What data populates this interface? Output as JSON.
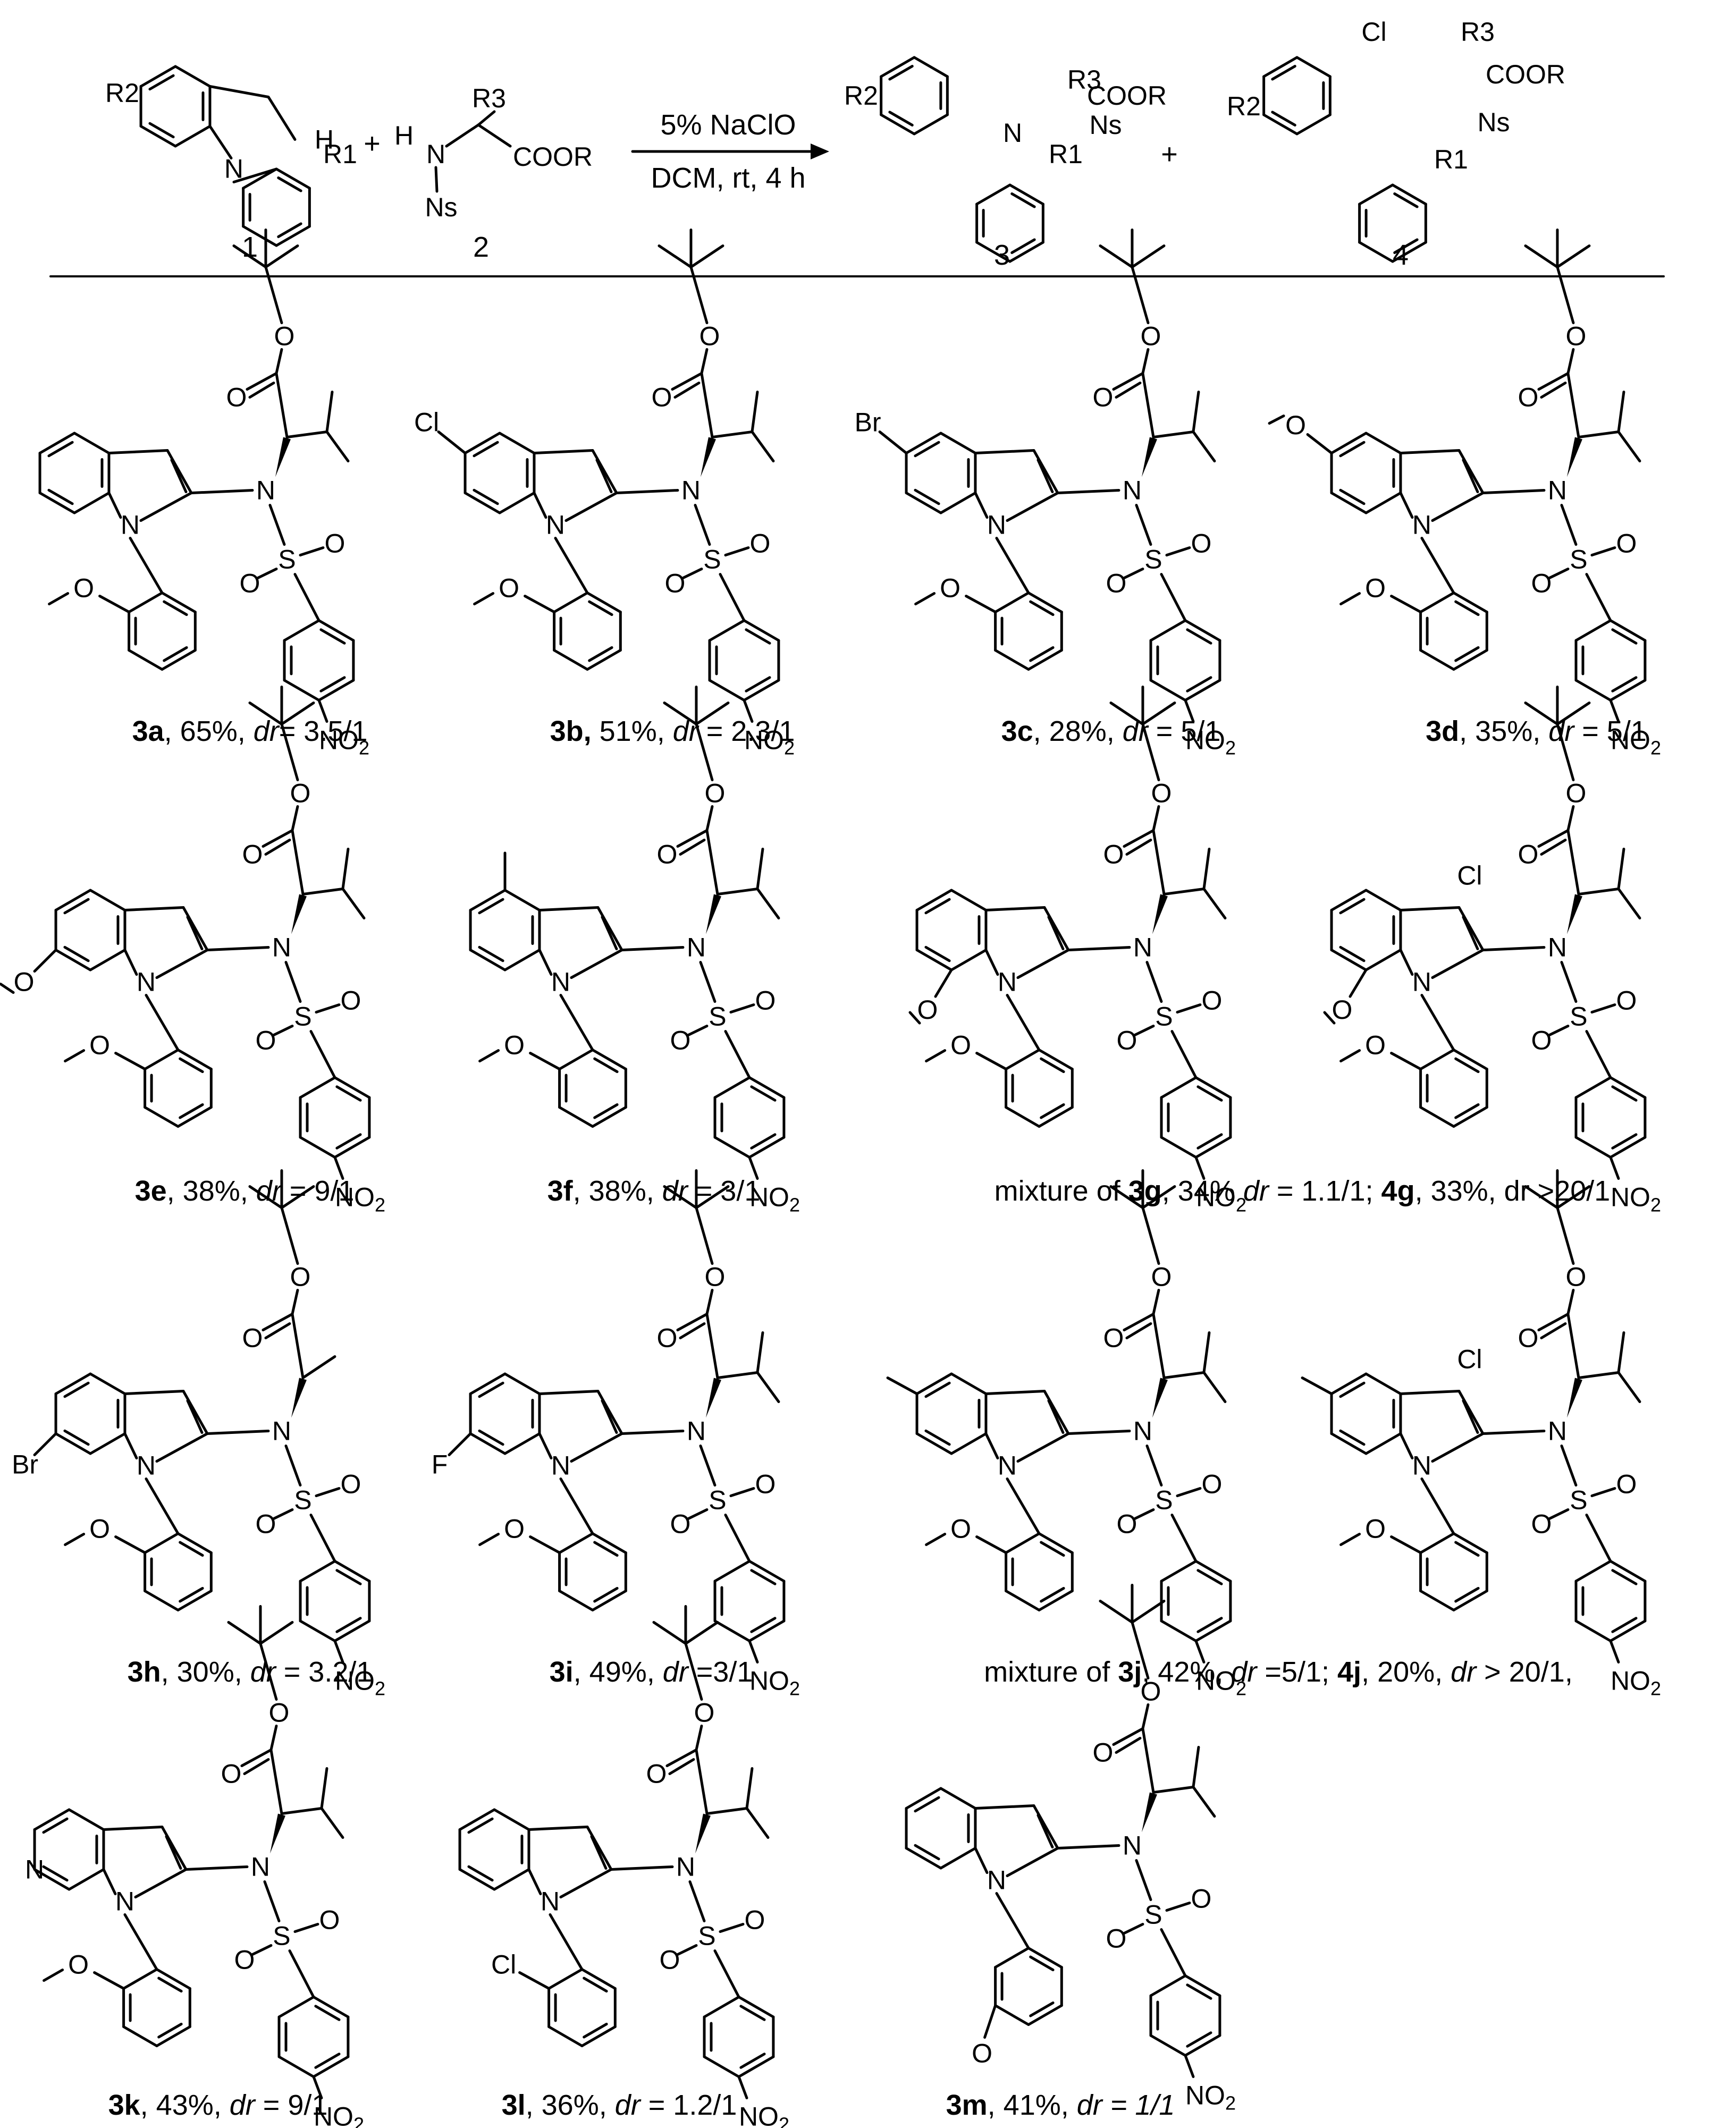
{
  "scheme": {
    "reactant1": {
      "number": "1",
      "R1": "R1",
      "R2": "R2",
      "H": "H"
    },
    "reactant2": {
      "number": "2",
      "R3": "R3",
      "H": "H",
      "N": "N",
      "Ns": "Ns",
      "ester": "COOR"
    },
    "conditions": {
      "reagent": "5% NaClO",
      "details": "DCM, rt, 4 h"
    },
    "product3": {
      "number": "3",
      "R3": "R3",
      "ester": "COOR",
      "Ns": "Ns",
      "R1": "R1",
      "R2": "R2"
    },
    "product4": {
      "number": "4",
      "Cl": "Cl",
      "R3": "R3",
      "ester": "COOR",
      "Ns": "Ns",
      "R1": "R1",
      "R2": "R2"
    }
  },
  "compounds": [
    {
      "id": "3a",
      "sub": "",
      "caption": {
        "bold": "3a",
        "rest": ", 65%, ",
        "dr": "dr",
        "value": "= 3.5/1"
      }
    },
    {
      "id": "3b",
      "sub": "Cl",
      "caption": {
        "bold": "3b,",
        "rest": " 51%, ",
        "dr": "dr",
        "value": " = 2.3/1"
      }
    },
    {
      "id": "3c",
      "sub": "Br",
      "caption": {
        "bold": "3c",
        "rest": ", 28%, ",
        "dr": "dr",
        "value": " = 5/1"
      }
    },
    {
      "id": "3d",
      "sub": "OMe",
      "caption": {
        "bold": "3d",
        "rest": ", 35%, ",
        "dr": "dr",
        "value": " = 5/1"
      }
    },
    {
      "id": "3e",
      "sub": "OMe",
      "caption": {
        "bold": "3e",
        "rest": ", 38%, ",
        "dr": "dr",
        "value": " = 9/1"
      }
    },
    {
      "id": "3f",
      "sub": "Me",
      "caption": {
        "bold": "3f",
        "rest": ", 38%, ",
        "dr": "dr",
        "value": " = 3/1"
      }
    },
    {
      "id": "3h",
      "sub": "Br",
      "caption": {
        "bold": "3h",
        "rest": ", 30%, ",
        "dr": "dr",
        "value": " = 3.2/1"
      }
    },
    {
      "id": "3i",
      "sub": "F",
      "caption": {
        "bold": "3i",
        "rest": ", 49%, ",
        "dr": "dr",
        "value": " =3/1"
      }
    },
    {
      "id": "3k",
      "sub": "N",
      "caption": {
        "bold": "3k",
        "rest": ", 43%, ",
        "dr": "dr",
        "value": " = 9/1"
      }
    },
    {
      "id": "3l",
      "sub": "Cl",
      "caption": {
        "bold": "3l",
        "rest": ", 36%, ",
        "dr": "dr",
        "value": " = 1.2/1"
      }
    },
    {
      "id": "3m",
      "sub": "",
      "caption": {
        "bold": "3m",
        "rest": ", 41%, ",
        "dr": "dr",
        "value": " = 1/1"
      }
    }
  ],
  "mixtures": [
    {
      "prefix": "mixture of ",
      "a": "3g",
      "a_text": ", 34% ",
      "a_dr": "dr",
      "a_val": " = 1.1/1; ",
      "b": "4g",
      "b_text": ", 33%, dr >20/1"
    },
    {
      "prefix": "mixture of ",
      "a": "3j",
      "a_text": ", 42%, ",
      "a_dr": "dr",
      "a_val": " =5/1; ",
      "b": "4j",
      "b_text": ", 20%, ",
      "b_dr": "dr",
      "b_val": " > 20/1,"
    }
  ],
  "atoms": {
    "O": "O",
    "N": "N",
    "S": "S",
    "NO2": "NO",
    "NO2_sub": "2",
    "Cl": "Cl",
    "Br": "Br",
    "F": "F"
  }
}
